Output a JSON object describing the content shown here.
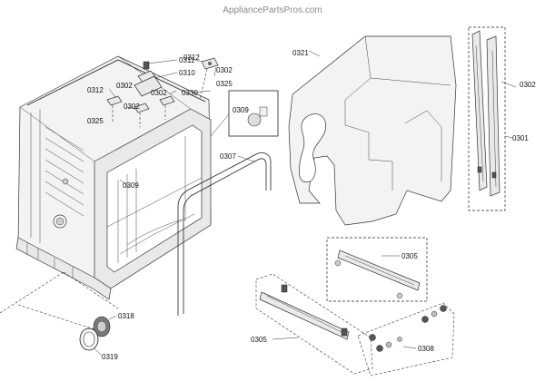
{
  "watermark": "AppliancePartsPros.com",
  "labels": {
    "p0311": "0311",
    "p0310": "0310",
    "p0312_left": "0312",
    "p0302_a": "0302",
    "p0302_b": "0302",
    "p0302_c": "0302",
    "p0325_left": "0325",
    "p0330": "0330",
    "p0312_top": "0312",
    "p0302_top": "0302",
    "p0325_top": "0325",
    "p0309_inset": "0309",
    "p0309_tub": "0309",
    "p0307": "0307",
    "p0321": "0321",
    "p0302_right": "0302",
    "p0301": "0301",
    "p0305_upper": "0305",
    "p0305_lower": "0305",
    "p0308": "0308",
    "p0318": "0318",
    "p0319": "0319"
  }
}
